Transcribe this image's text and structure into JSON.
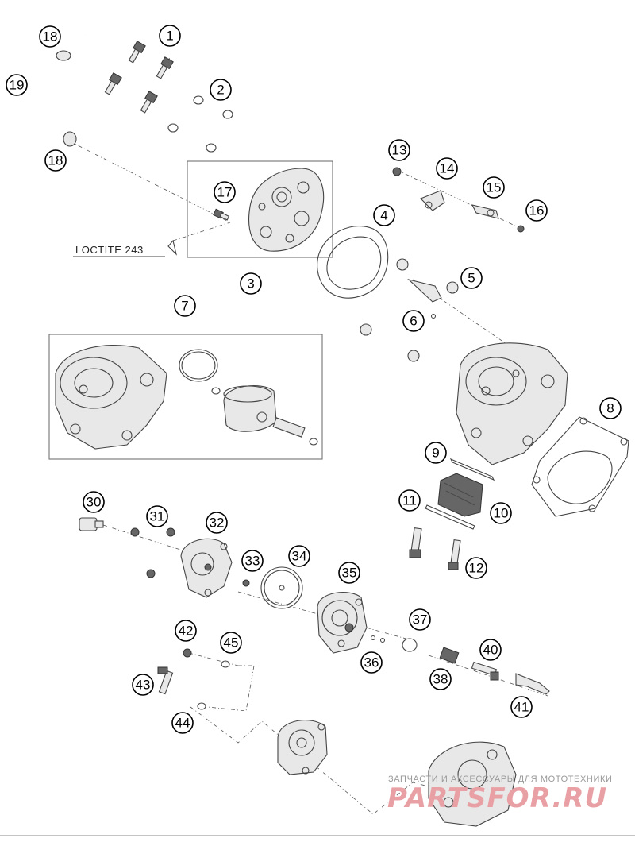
{
  "callouts": [
    "1",
    "2",
    "3",
    "4",
    "5",
    "6",
    "7",
    "8",
    "9",
    "10",
    "11",
    "12",
    "13",
    "14",
    "15",
    "16",
    "17",
    "18",
    "18",
    "19",
    "30",
    "31",
    "32",
    "33",
    "34",
    "35",
    "36",
    "37",
    "38",
    "40",
    "41",
    "42",
    "43",
    "44",
    "45"
  ],
  "loctite_label": "LOCTITE 243",
  "watermark": {
    "tagline": "ЗАПЧАСТИ И АКСЕССУАРЫ ДЛЯ МОТОТЕХНИКИ",
    "brand": "PARTSFOR.RU"
  },
  "colors": {
    "line": "#444444",
    "callout_stroke": "#000000",
    "watermark_brand": "#e8a0a4",
    "watermark_text": "#9a9a9a"
  }
}
